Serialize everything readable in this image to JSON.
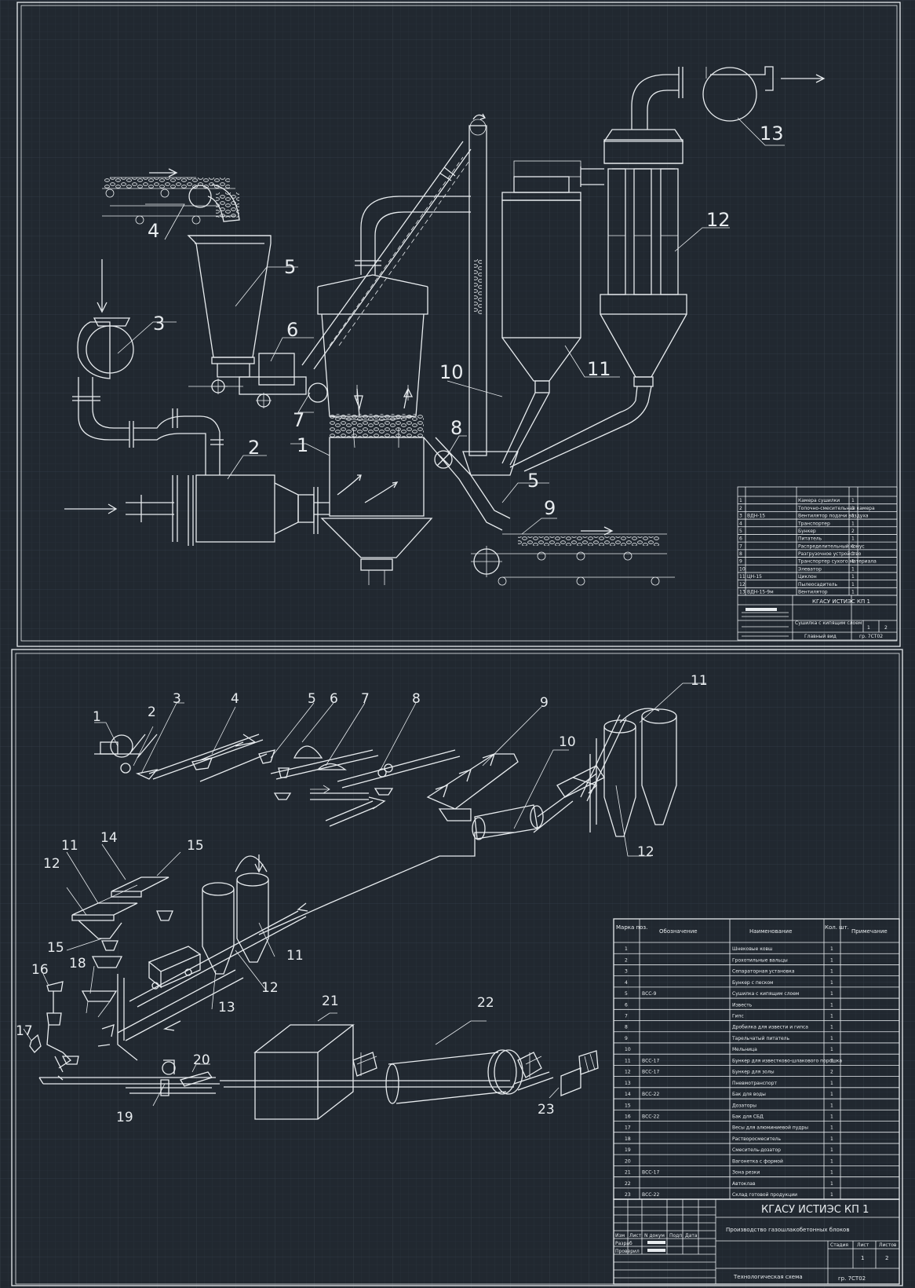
{
  "sheet1": {
    "callouts": [
      "1",
      "2",
      "3",
      "4",
      "5",
      "6",
      "7",
      "8",
      "9",
      "10",
      "11",
      "12",
      "13",
      "5"
    ],
    "spec_rows": [
      {
        "pos": "1",
        "code": "",
        "name": "Камера сушилки",
        "qty": "1"
      },
      {
        "pos": "2",
        "code": "",
        "name": "Топочно-смесительная камера",
        "qty": "1"
      },
      {
        "pos": "3",
        "code": "ВДН-15",
        "name": "Вентилятор подачи воздуха",
        "qty": "1"
      },
      {
        "pos": "4",
        "code": "",
        "name": "Транспортер",
        "qty": "1"
      },
      {
        "pos": "5",
        "code": "",
        "name": "Бункер",
        "qty": "2"
      },
      {
        "pos": "6",
        "code": "",
        "name": "Питатель",
        "qty": "1"
      },
      {
        "pos": "7",
        "code": "",
        "name": "Распределительный конус",
        "qty": "1"
      },
      {
        "pos": "8",
        "code": "",
        "name": "Разгрузочное устройство",
        "qty": "1"
      },
      {
        "pos": "9",
        "code": "",
        "name": "Транспортер сухого материала",
        "qty": "1"
      },
      {
        "pos": "10",
        "code": "",
        "name": "Элеватор",
        "qty": "1"
      },
      {
        "pos": "11",
        "code": "ЦН-15",
        "name": "Циклон",
        "qty": "1"
      },
      {
        "pos": "12",
        "code": "",
        "name": "Пылеосадитель",
        "qty": "1"
      },
      {
        "pos": "13",
        "code": "ВДН-15-9м",
        "name": "Вентилятор",
        "qty": "1"
      }
    ],
    "stamp": {
      "org": "КГАСУ ИСТИЭС КП 1",
      "title": "Сушилка с кипящим слоем",
      "sheet": "1",
      "sheets": "2",
      "subtitle": "Главный вид",
      "group": "гр. 7СТ02"
    }
  },
  "sheet2": {
    "callouts": [
      "1",
      "2",
      "3",
      "4",
      "5",
      "6",
      "7",
      "8",
      "9",
      "10",
      "11",
      "12",
      "11",
      "14",
      "15",
      "12",
      "15",
      "18",
      "16",
      "17",
      "11",
      "12",
      "13",
      "21",
      "22",
      "20",
      "19",
      "23"
    ],
    "table_headers": {
      "pos": "Марка поз.",
      "code": "Обозначение",
      "name": "Наименование",
      "qty": "Кол. шт.",
      "note": "Примечание"
    },
    "rows": [
      {
        "pos": "1",
        "code": "",
        "name": "Шнековые ковш",
        "qty": "1"
      },
      {
        "pos": "2",
        "code": "",
        "name": "Грохотильные вальцы",
        "qty": "1"
      },
      {
        "pos": "3",
        "code": "",
        "name": "Сепараторная установка",
        "qty": "1"
      },
      {
        "pos": "4",
        "code": "",
        "name": "Бункер с песком",
        "qty": "1"
      },
      {
        "pos": "5",
        "code": "ВСС-9",
        "name": "Сушилка с кипящим слоем",
        "qty": "1"
      },
      {
        "pos": "6",
        "code": "",
        "name": "Известь",
        "qty": "1"
      },
      {
        "pos": "7",
        "code": "",
        "name": "Гипс",
        "qty": "1"
      },
      {
        "pos": "8",
        "code": "",
        "name": "Дробилка для извести и гипса",
        "qty": "1"
      },
      {
        "pos": "9",
        "code": "",
        "name": "Тарельчатый питатель",
        "qty": "1"
      },
      {
        "pos": "10",
        "code": "",
        "name": "Мельница",
        "qty": "1"
      },
      {
        "pos": "11",
        "code": "ВСС-17",
        "name": "Бункер для известково-шлакового порошка",
        "qty": "3"
      },
      {
        "pos": "12",
        "code": "ВСС-17",
        "name": "Бункер для золы",
        "qty": "2"
      },
      {
        "pos": "13",
        "code": "",
        "name": "Пневмотранспорт",
        "qty": "1"
      },
      {
        "pos": "14",
        "code": "ВСС-22",
        "name": "Бак для воды",
        "qty": "1"
      },
      {
        "pos": "15",
        "code": "",
        "name": "Дозаторы",
        "qty": "1"
      },
      {
        "pos": "16",
        "code": "ВСС-22",
        "name": "Бак для СБД",
        "qty": "1"
      },
      {
        "pos": "17",
        "code": "",
        "name": "Весы для алюминиевой пудры",
        "qty": "1"
      },
      {
        "pos": "18",
        "code": "",
        "name": "Растворосмеситель",
        "qty": "1"
      },
      {
        "pos": "19",
        "code": "",
        "name": "Смеситель-дозатор",
        "qty": "1"
      },
      {
        "pos": "20",
        "code": "",
        "name": "Вагонетка с формой",
        "qty": "1"
      },
      {
        "pos": "21",
        "code": "ВСС-17",
        "name": "Зона резки",
        "qty": "1"
      },
      {
        "pos": "22",
        "code": "",
        "name": "Автоклав",
        "qty": "1"
      },
      {
        "pos": "23",
        "code": "ВСС-22",
        "name": "Склад готовой продукции",
        "qty": "1"
      }
    ],
    "stamp": {
      "org": "КГАСУ ИСТИЭС КП 1",
      "title": "Производство газошлакобетонных блоков",
      "subtitle": "Технологическая схема",
      "group": "гр. 7СТ02",
      "sheet": "1",
      "sheets": "2",
      "labels": {
        "izm": "Изм",
        "list": "Лист",
        "ndoc": "N докум",
        "podp": "Подп",
        "data": "Дата",
        "razrab": "Разраб",
        "prov": "Проверил",
        "stadia": "Стадия",
        "list2": "Лист",
        "listov": "Листов"
      }
    }
  }
}
